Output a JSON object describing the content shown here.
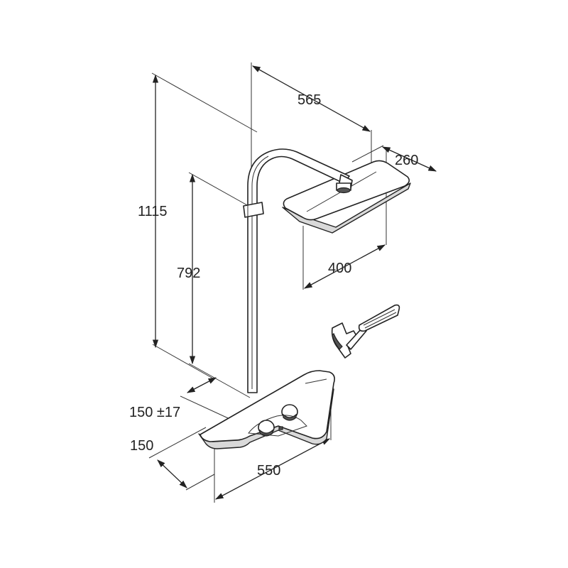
{
  "dimensions": {
    "width_top": "565",
    "head_depth": "260",
    "head_width": "400",
    "total_height": "1115",
    "shelf_height": "792",
    "wall_offset": "150 ±17",
    "shelf_depth": "150",
    "shelf_width": "550"
  },
  "colors": {
    "line": "#222222",
    "background": "#ffffff",
    "shade": "#d9d9d9"
  }
}
